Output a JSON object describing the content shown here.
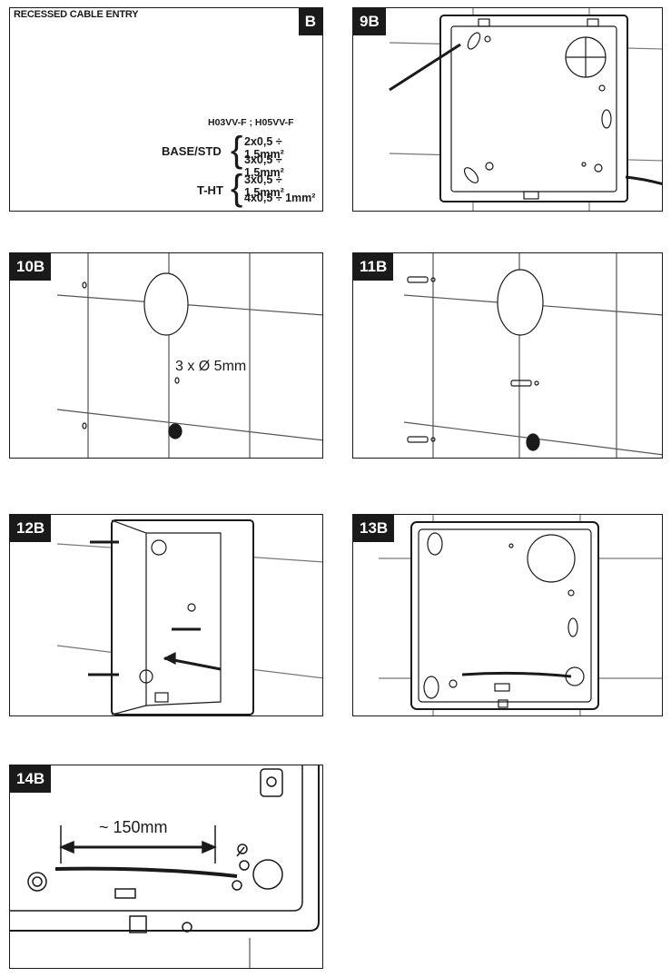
{
  "panels": {
    "b": {
      "badge": "B",
      "title": "RECESSED CABLE ENTRY",
      "cable_types": "H03VV-F ; H05VV-F",
      "base_label": "BASE/STD",
      "base_specs": [
        "2x0,5 ÷ 1,5mm²",
        "3x0,5 ÷ 1,5mm²"
      ],
      "tht_label": "T-HT",
      "tht_specs": [
        "3x0,5 ÷ 1,5mm²",
        "4x0,5 ÷ 1mm²"
      ]
    },
    "p9b": {
      "badge": "9B"
    },
    "p10b": {
      "badge": "10B",
      "drill_label": "3 x Ø 5mm"
    },
    "p11b": {
      "badge": "11B"
    },
    "p12b": {
      "badge": "12B"
    },
    "p13b": {
      "badge": "13B"
    },
    "p14b": {
      "badge": "14B",
      "length_label": "~ 150mm"
    }
  },
  "colors": {
    "line": "#1a1a1a",
    "badge_bg": "#1a1a1a",
    "badge_text": "#ffffff",
    "wall": "#555555"
  }
}
